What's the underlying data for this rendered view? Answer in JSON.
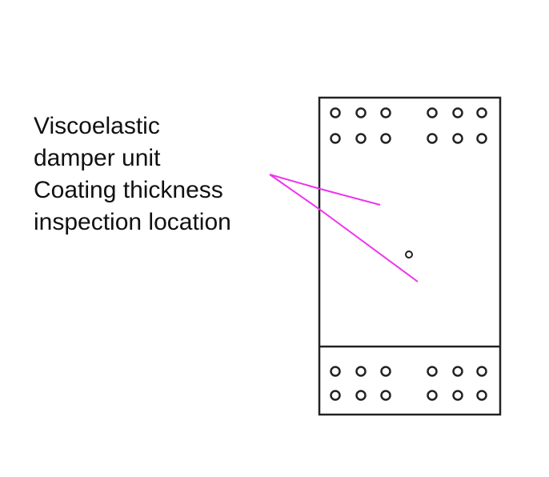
{
  "labels": {
    "damper_line1": "Viscoelastic",
    "damper_line2": "damper unit",
    "inspection_line1": "Coating thickness",
    "inspection_line2": "inspection location"
  },
  "colors": {
    "leader": "#ee33ee",
    "outline": "#222222"
  }
}
